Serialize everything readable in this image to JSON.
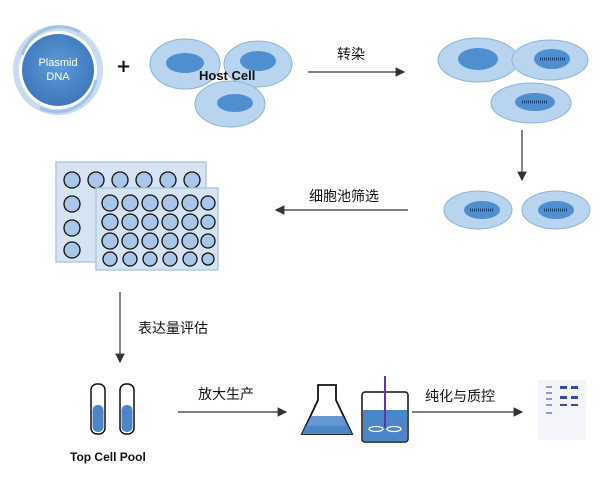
{
  "labels": {
    "plasmid_line1": "Plasmid",
    "plasmid_line2": "DNA",
    "plus": "+",
    "host_cell": "Host Cell",
    "transfection": "转染",
    "pool_screening": "细胞池筛选",
    "expression_eval": "表达量评估",
    "scale_up": "放大生产",
    "purification_qc": "纯化与质控",
    "top_cell_pool": "Top Cell Pool"
  },
  "colors": {
    "cell_fill": "#b8d4ee",
    "cell_stroke": "#8fb3d6",
    "nucleus": "#4f8fd0",
    "plasmid": "#4b87c9",
    "well_fill": "#a9c6e8",
    "liquid": "#4a86c8",
    "band_blue": "#3b47b0",
    "arrow": "#333333"
  }
}
